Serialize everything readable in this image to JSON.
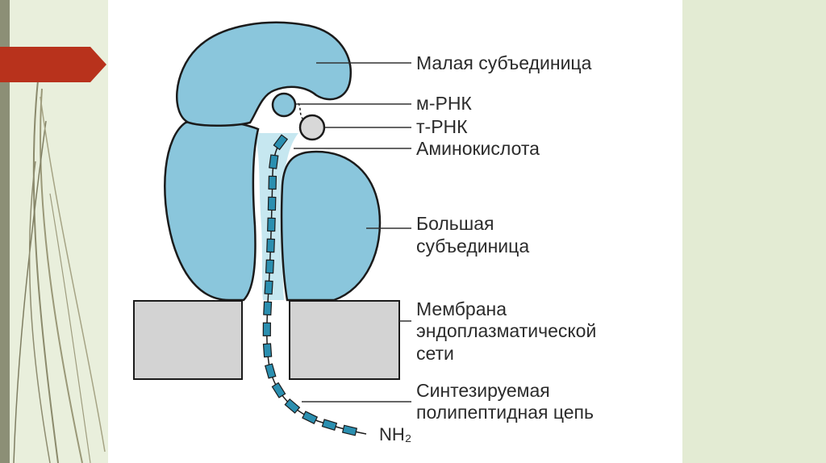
{
  "slide": {
    "colors": {
      "ribosome": "#8ac6dc",
      "membrane": "#d3d3d3",
      "outline": "#1b1b1b",
      "accent_arrow": "#b8321c",
      "background": "#e9efdc"
    }
  },
  "diagram": {
    "labels": {
      "small_subunit": "Малая субъединица",
      "mrna": "м-РНК",
      "trna": "т-РНК",
      "amino_acid": "Аминокислота",
      "large_subunit_line1": "Большая",
      "large_subunit_line2": "субъединица",
      "membrane_line1": "Мембрана",
      "membrane_line2": "эндоплазматической",
      "membrane_line3": "сети",
      "polypeptide_line1": "Синтезируемая",
      "polypeptide_line2": "полипептидная цепь",
      "nh2": "NH₂"
    }
  }
}
